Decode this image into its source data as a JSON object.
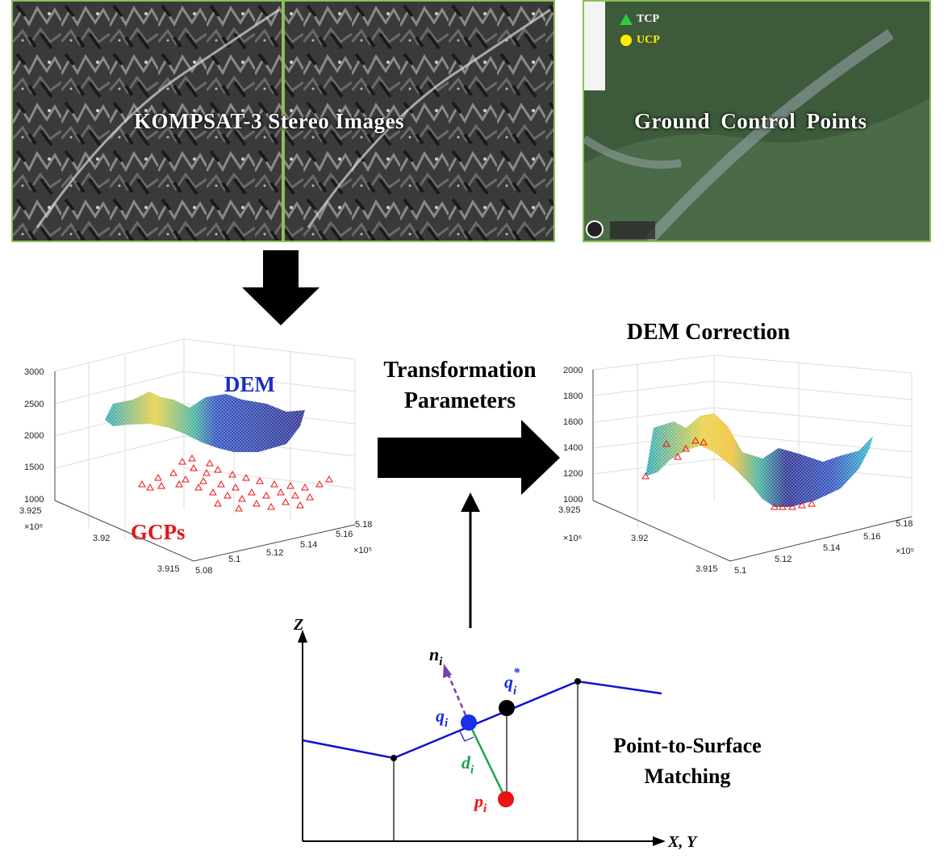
{
  "top_left": {
    "title": "KOMPSAT-3 Stereo Images"
  },
  "top_right": {
    "title": "Ground Control Points",
    "legend": [
      {
        "label": "TCP",
        "color": "#2ecc40",
        "icon": "triangle-icon"
      },
      {
        "label": "UCP",
        "color": "#ffee00",
        "icon": "circle-icon"
      }
    ]
  },
  "middle": {
    "transform_label_line1": "Transformation",
    "transform_label_line2": "Parameters",
    "correction_title": "DEM Correction"
  },
  "left_plot": {
    "dem_label": "DEM",
    "gcp_label": "GCPs",
    "z_ticks": [
      "3000",
      "2500",
      "2000",
      "1500",
      "1000"
    ],
    "y_ticks": [
      "3.925",
      "3.92",
      "3.915"
    ],
    "y_exp": "×10⁶",
    "x_ticks": [
      "5.08",
      "5.1",
      "5.12",
      "5.14",
      "5.16",
      "5.18"
    ],
    "x_exp": "×10⁵"
  },
  "right_plot": {
    "z_ticks": [
      "2000",
      "1800",
      "1600",
      "1400",
      "1200",
      "1000"
    ],
    "y_ticks": [
      "3.925",
      "3.92",
      "3.915"
    ],
    "y_exp": "×10⁶",
    "x_ticks": [
      "5.1",
      "5.12",
      "5.14",
      "5.16",
      "5.18"
    ],
    "x_exp": "×10⁵"
  },
  "matching": {
    "z_axis": "Z",
    "xy_axis": "X, Y",
    "n": "n",
    "q": "q",
    "qstar": "q",
    "d": "d",
    "p": "p",
    "sub": "i",
    "star": "*",
    "title_line1": "Point-to-Surface",
    "title_line2": "Matching",
    "surface_color": "#1010d0",
    "normal_color": "#7a3fa8",
    "distance_color": "#1aa34a",
    "p_color": "#ee1111"
  }
}
